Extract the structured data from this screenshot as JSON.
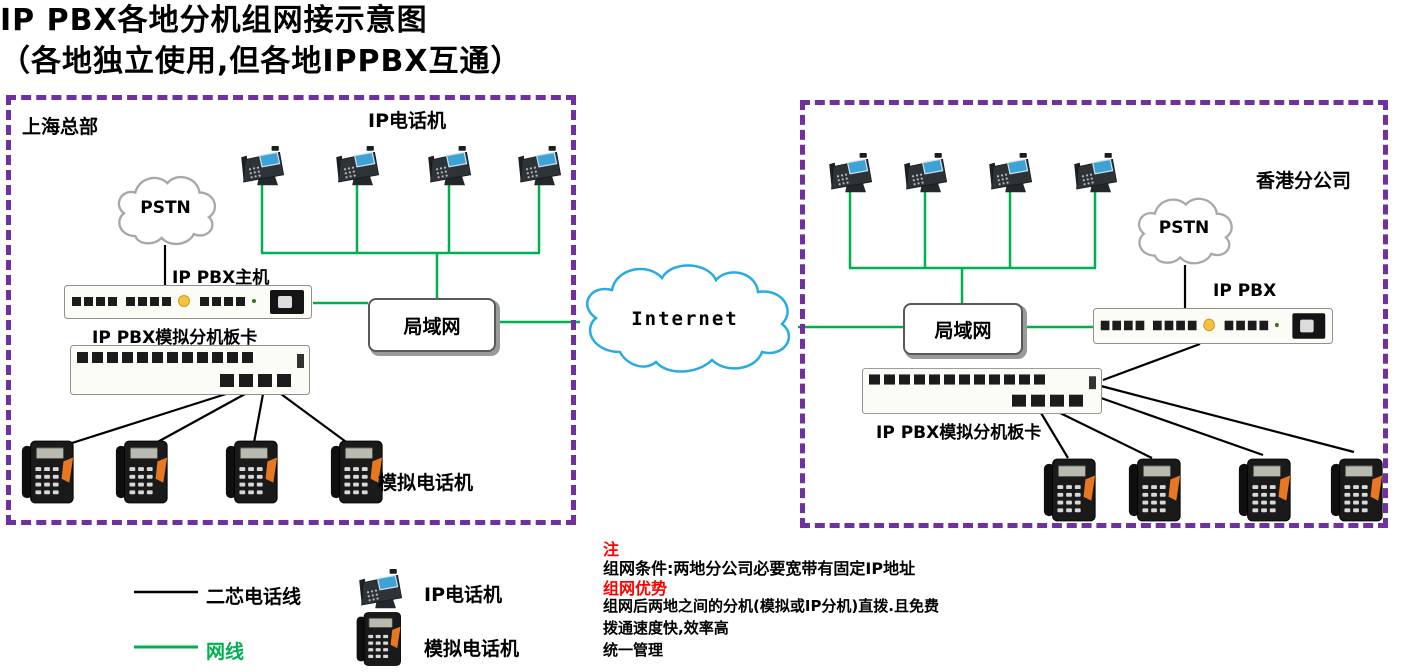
{
  "title": {
    "line1": "IP PBX各地分机组网接示意图",
    "line2": "（各地独立使用,但各地IPPBX互通）"
  },
  "left_site": {
    "name": "上海总部",
    "pstn_label": "PSTN",
    "ip_phones_label": "IP电话机",
    "pbx_label": "IP PBX主机",
    "board_label": "IP PBX模拟分机板卡",
    "lan_label": "局域网",
    "analog_phones_label": "模拟电话机"
  },
  "right_site": {
    "name": "香港分公司",
    "pstn_label": "PSTN",
    "pbx_label": "IP PBX",
    "board_label": "IP PBX模拟分机板卡",
    "lan_label": "局域网"
  },
  "internet_label": "Internet",
  "legend": {
    "phone_line": "二芯电话线",
    "network_line": "网线",
    "ip_phone": "IP电话机",
    "analog_phone": "模拟电话机"
  },
  "notes": {
    "heading": "注",
    "condition": "组网条件:两地分公司必要宽带有固定IP地址",
    "advantage_heading": "组网优势",
    "advantage1": "组网后两地之间的分机(模拟或IP分机)直拨.且免费",
    "advantage2": "拨通速度快,效率高",
    "advantage3": "统一管理"
  },
  "colors": {
    "region_border": "#7030a0",
    "network_line": "#00b050",
    "phone_line": "#000000",
    "internet_cloud": "#29abe2",
    "note_red": "#ff0000"
  }
}
